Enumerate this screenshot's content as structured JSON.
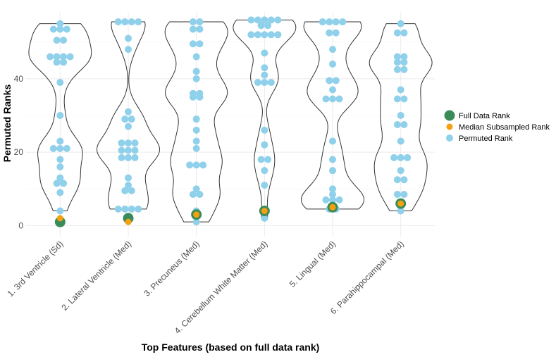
{
  "chart_data": {
    "type": "violin",
    "xlabel": "Top Features (based on full data rank)",
    "ylabel": "Permuted Ranks",
    "ylim": [
      -3,
      58
    ],
    "yticks": [
      0,
      20,
      40
    ],
    "grid": true,
    "legend_position": "right",
    "categories": [
      "1. 3rd Ventricle (Sd)",
      "2. Lateral Ventricle (Med)",
      "3. Precuneus (Med)",
      "4. Cerebellum White Matter (Med)",
      "5. Lingual (Med)",
      "6. Parahippocampal (Med)"
    ],
    "series": [
      {
        "name": "Full Data Rank",
        "color": "#3a8b5a",
        "values": [
          1,
          2,
          3,
          4,
          5,
          6
        ]
      },
      {
        "name": "Median Subsampled Rank",
        "color": "#f5a00f",
        "values": [
          2,
          1,
          3,
          4,
          5,
          6
        ]
      },
      {
        "name": "Permuted Rank",
        "color": "#8fd0ea",
        "points": [
          [
            55,
            53.5,
            53.5,
            53.5,
            50.5,
            50.5,
            46,
            46,
            46,
            46,
            44.5,
            44.5,
            39,
            30,
            23,
            21,
            21,
            21,
            18,
            16,
            13,
            11.5,
            11.5,
            9,
            4
          ],
          [
            55.5,
            55.5,
            55.5,
            55.5,
            51,
            48,
            31,
            29,
            29,
            27,
            22.5,
            22.5,
            22.5,
            20.5,
            20.5,
            20.5,
            18.5,
            18.5,
            18.5,
            13,
            11,
            9.5,
            9.5,
            4.5,
            4.5,
            4.5,
            4.5
          ],
          [
            55.5,
            55.5,
            53.5,
            53.5,
            49.5,
            49.5,
            46,
            42,
            40,
            36,
            36,
            35,
            35,
            29,
            26,
            23,
            21,
            16.5,
            16.5,
            16.5,
            10,
            8.5,
            8.5,
            4,
            1
          ],
          [
            56,
            56,
            56,
            56,
            56,
            54.5,
            54.5,
            52,
            52,
            52,
            52,
            52,
            47,
            43,
            41,
            39,
            39,
            39,
            26,
            22,
            18,
            18,
            15,
            11,
            2
          ],
          [
            55.5,
            55.5,
            55.5,
            55.5,
            52.5,
            52.5,
            48,
            44,
            39.5,
            39.5,
            37,
            34.5,
            34.5,
            34.5,
            23,
            18,
            15,
            10,
            8.5,
            7,
            7,
            7,
            4.5,
            4.5
          ],
          [
            55,
            52.5,
            52.5,
            46,
            46,
            44.5,
            44.5,
            42.5,
            42.5,
            37,
            34.5,
            34.5,
            30,
            27.5,
            27.5,
            23,
            18.5,
            18.5,
            18.5,
            15,
            12.5,
            12.5,
            8.5,
            8.5,
            4
          ]
        ]
      }
    ]
  }
}
